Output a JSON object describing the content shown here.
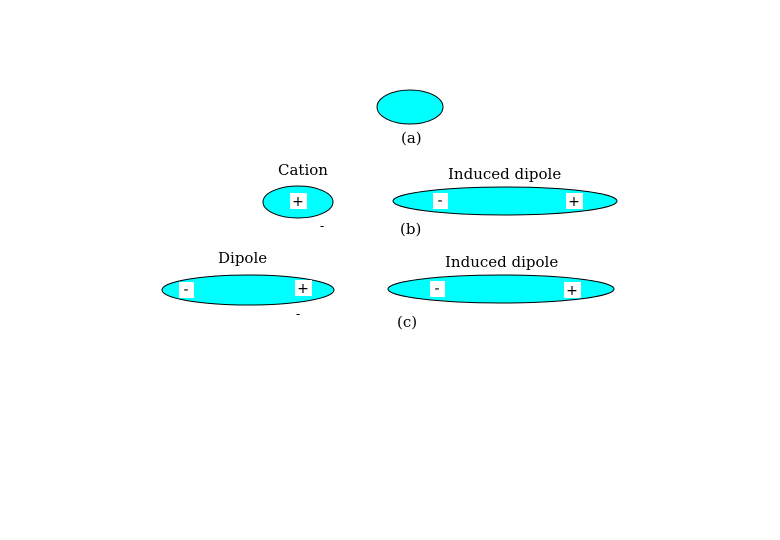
{
  "colors": {
    "fill": "#00FFFF",
    "stroke": "#000000",
    "box": "#ffffff"
  },
  "panel_a": {
    "label": "(a)"
  },
  "panel_b": {
    "label": "(b)",
    "cation_title": "Cation",
    "cation_sign": "+",
    "stray_mark": "-",
    "induced_title": "Induced dipole",
    "neg_sign": "-",
    "pos_sign": "+"
  },
  "panel_c": {
    "label": "(c)",
    "dipole_title": "Dipole",
    "dipole_neg": "-",
    "dipole_pos": "+",
    "stray_mark": "-",
    "induced_title": "Induced dipole",
    "neg_sign": "-",
    "pos_sign": "+"
  }
}
